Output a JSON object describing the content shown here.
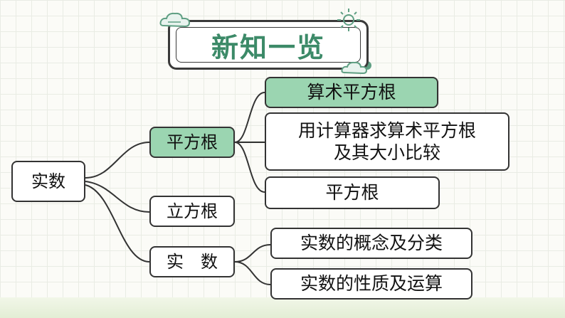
{
  "title": "新知一览",
  "colors": {
    "accent": "#5f9f83",
    "highlight": "#9bd5b1",
    "title_text": "#3c8a68",
    "stroke": "#333333"
  },
  "nodes": {
    "root": "实数",
    "square_root": "平方根",
    "cube_root": "立方根",
    "real_number": "实　数",
    "arithmetic_sqrt": "算术平方根",
    "calculator_line1": "用计算器求算术平方根",
    "calculator_line2": "及其大小比较",
    "square_root_leaf": "平方根",
    "concept_classify": "实数的概念及分类",
    "property_operation": "实数的性质及运算"
  },
  "icons": [
    "cloud-icon",
    "sun-icon"
  ]
}
